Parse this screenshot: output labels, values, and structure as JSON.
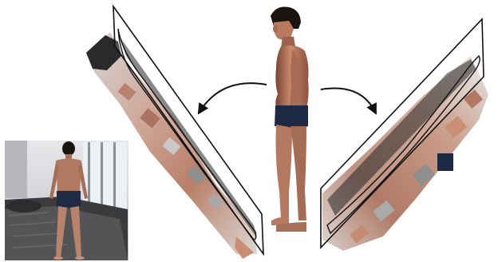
{
  "figure": {
    "description_visible_text": "",
    "panels": [
      {
        "id": "input-photo",
        "kind": "photograph"
      },
      {
        "id": "center-figure",
        "kind": "reconstructed-body-side-view"
      },
      {
        "id": "left-slice",
        "kind": "slanted-depth-slice-with-contour"
      },
      {
        "id": "right-slice",
        "kind": "slanted-depth-slice-with-contour"
      }
    ],
    "arrows": [
      {
        "id": "arrow-left",
        "direction": "center-to-left-slice"
      },
      {
        "id": "arrow-right",
        "direction": "center-to-right-slice"
      }
    ]
  },
  "colors": {
    "skin": "#c98a6c",
    "skin_dark": "#8a5340",
    "shorts": "#1e2a44",
    "hair": "#1a1411",
    "plane_edge": "#111111",
    "photo_wall": "#d9dadd",
    "photo_bed": "#3a3a3c"
  }
}
